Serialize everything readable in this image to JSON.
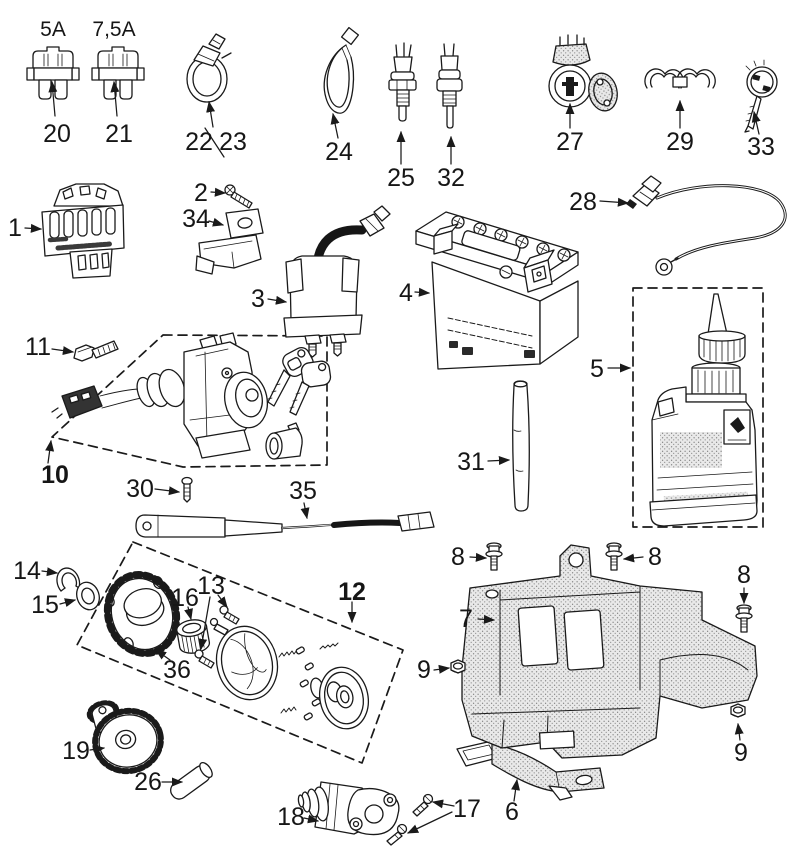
{
  "colors": {
    "background": "#ffffff",
    "ink": "#1a1a1a",
    "shading": "#e9e9e9"
  },
  "fuse_ratings": {
    "small": "5A",
    "large": "7,5A"
  },
  "callouts": {
    "1": "1",
    "2": "2",
    "3": "3",
    "4": "4",
    "5": "5",
    "6": "6",
    "7": "7",
    "8": "8",
    "9": "9",
    "10": "10",
    "11": "11",
    "12": "12",
    "13": "13",
    "14": "14",
    "15": "15",
    "16": "16",
    "17": "17",
    "18": "18",
    "19": "19",
    "20": "20",
    "21": "21",
    "22": "22",
    "23": "23",
    "24": "24",
    "25": "25",
    "26": "26",
    "27": "27",
    "28": "28",
    "29": "29",
    "30": "30",
    "31": "31",
    "32": "32",
    "33": "33",
    "34": "34",
    "35": "35",
    "36": "36"
  }
}
